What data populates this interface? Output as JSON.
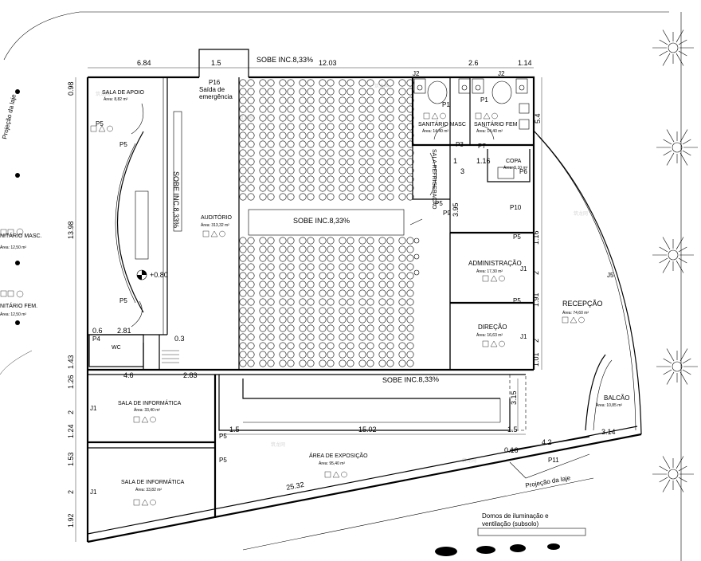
{
  "labels": {
    "saida": [
      "Saída de",
      "emergência"
    ],
    "rampa_top": "SOBE INC.8,33%",
    "rampa_mid": "SOBE INC.8,33%",
    "rampa_left": "SOBE INC.8,33%",
    "rampa_bottom": "SOBE INC.8,33%",
    "projecao_laje_left": "Projeção da laje",
    "projecao_laje_bottom": "Projeção da laje",
    "domos": [
      "Domos de iluminação e",
      "ventilação (subsolo)"
    ],
    "elev": "+0.80",
    "codes": {
      "j2a": "J2",
      "j2b": "J2",
      "p1a": "P1",
      "p1b": "P1",
      "p16": "P16",
      "p5_apoio": "P5",
      "p5_aud_top": "P5",
      "p5_aud_bot": "P5",
      "p4": "P4",
      "p5_ref": "P5",
      "p9": "P9",
      "p7": "P7",
      "p6": "P6",
      "p10": "P10",
      "p5_adm": "P5",
      "p5_dir": "P5",
      "j1_adm": "J1",
      "j1_dir": "J1",
      "j5": "J5",
      "p5_info1": "P5",
      "p5_info2": "P5",
      "j1_info1": "J1",
      "j1_info2": "J1",
      "p11": "P11",
      "p3": "P3"
    }
  },
  "rooms": {
    "sala_apoio": {
      "name": "SALA DE APOIO",
      "area": "Área: 8,82  m²"
    },
    "auditorio": {
      "name": "AUDITÓRIO",
      "area": "Área: 313,32  m²"
    },
    "sanit_masc": {
      "name": "SANITÁRIO MASC",
      "area": "Área: 14,40  m²"
    },
    "sanit_fem": {
      "name": "SANITÁRIO FEM",
      "area": "Área: 14,40  m²"
    },
    "sala_refrig": {
      "name": "SALA REFRIGERAÇÃO"
    },
    "copa": {
      "name": "COPA",
      "area": "Área: 5,10  m²"
    },
    "administracao": {
      "name": "ADMINISTRAÇÃO",
      "area": "Área: 17,30  m²"
    },
    "direcao": {
      "name": "DIREÇÃO",
      "area": "Área: 16,63  m²"
    },
    "recepcao": {
      "name": "RECEPÇÃO",
      "area": "Área: 74,60  m²"
    },
    "balcao": {
      "name": "BALCÃO",
      "area": "Área: 10,85  m²"
    },
    "info1": {
      "name": "SALA DE INFORMÁTICA",
      "area": "Área: 33,40  m²"
    },
    "info2": {
      "name": "SALA DE INFORMÁTICA",
      "area": "Área: 33,82  m²"
    },
    "exposicao": {
      "name": "ÁREA DE EXPOSIÇÃO",
      "area": "Área: 95,40  m²"
    },
    "wc": {
      "name": "WC"
    },
    "sanit_masc_left": {
      "name": "NITÁRIO MASC.",
      "area": "Área: 12,50  m²"
    },
    "sanit_fem_left": {
      "name": "NITÁRIO FEM.",
      "area": "Área: 12,50  m²"
    }
  },
  "dimensions": {
    "d684": "6.84",
    "d15a": "1.5",
    "d1203": "12.03",
    "d26": "2.6",
    "d114": "1.14",
    "d098": "0.98",
    "d1398": "13.98",
    "d54": "5.4",
    "d281": "2.81",
    "d06": "0.6",
    "d03": "0.3",
    "d143": "1.43",
    "d46": "4.6",
    "d283": "2.83",
    "d126": "1.26",
    "d2a": "2",
    "d124": "1.24",
    "d153": "1.53",
    "d2b": "2",
    "d192": "1.92",
    "d15b": "1.5",
    "d1502": "15.02",
    "d15c": "1.5",
    "d315": "3.15",
    "d314": "3.14",
    "d42": "4.2",
    "d016": "0.16",
    "d2532": "25.32",
    "d116": "1.16",
    "d3": "3",
    "d1": "1",
    "d395": "3.95",
    "d116b": "1.16",
    "d2c": "2",
    "d191": "1.91",
    "d2d": "2",
    "d101": "1.01"
  },
  "watermark": "筑龙网"
}
